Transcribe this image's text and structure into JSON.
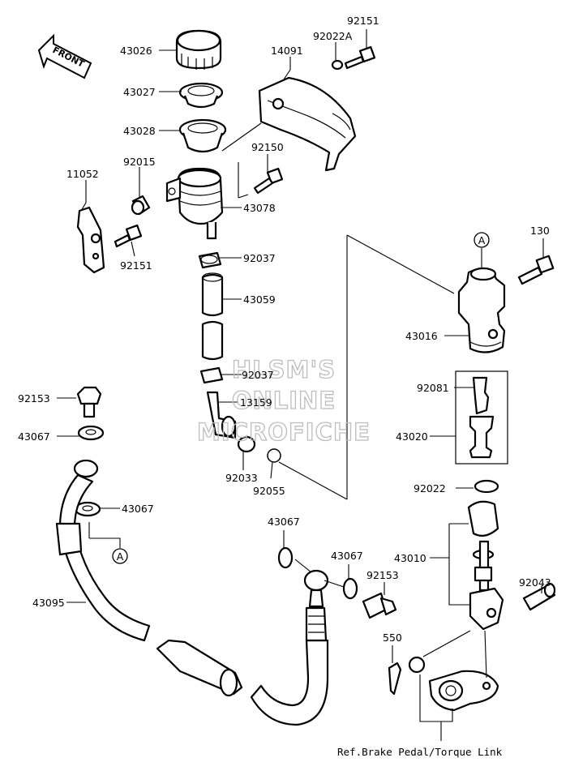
{
  "watermark": {
    "line1": "HLSM'S",
    "line2": "ONLINE",
    "line3": "MICROFICHE"
  },
  "front_arrow": "FRONT",
  "reference_note": "Ref.Brake Pedal/Torque Link",
  "callouts": {
    "A_top": "A",
    "A_bottom": "A"
  },
  "part_numbers": {
    "p43026": "43026",
    "p43027": "43027",
    "p43028": "43028",
    "p14091": "14091",
    "p92022A": "92022A",
    "p92151_top": "92151",
    "p92150": "92150",
    "p11052": "11052",
    "p92015": "92015",
    "p92151_left": "92151",
    "p43078": "43078",
    "p92037_a": "92037",
    "p43059": "43059",
    "p92037_b": "92037",
    "p13159": "13159",
    "p92033": "92033",
    "p92055": "92055",
    "p130": "130",
    "p43016": "43016",
    "p92081": "92081",
    "p43020": "43020",
    "p92022": "92022",
    "p43010": "43010",
    "p92043": "92043",
    "p92153_left": "92153",
    "p43067_a": "43067",
    "p43067_b": "43067",
    "p43095": "43095",
    "p43067_c": "43067",
    "p43067_d": "43067",
    "p92153_right": "92153",
    "p550": "550"
  }
}
